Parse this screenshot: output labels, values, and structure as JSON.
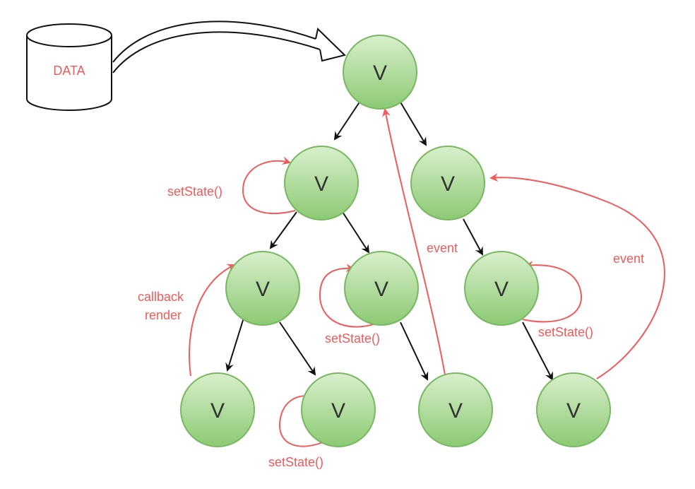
{
  "diagram": {
    "data_store_label": "DATA",
    "nodes": [
      {
        "id": "root",
        "label": "V"
      },
      {
        "id": "l1-left",
        "label": "V"
      },
      {
        "id": "l1-right",
        "label": "V"
      },
      {
        "id": "l2-a",
        "label": "V"
      },
      {
        "id": "l2-b",
        "label": "V"
      },
      {
        "id": "l2-c",
        "label": "V"
      },
      {
        "id": "l3-a",
        "label": "V"
      },
      {
        "id": "l3-b",
        "label": "V"
      },
      {
        "id": "l3-c",
        "label": "V"
      },
      {
        "id": "l3-d",
        "label": "V"
      }
    ],
    "labels": {
      "setstate_1": "setState()",
      "setstate_2": "setState()",
      "setstate_3": "setState()",
      "setstate_4": "setState()",
      "event_1": "event",
      "event_2": "event",
      "callback_line1": "callback",
      "callback_line2": "render"
    },
    "colors": {
      "node_fill_top": "#d2ebc3",
      "node_fill_bottom": "#8fcc78",
      "node_stroke": "#7bb865",
      "edge": "#111111",
      "feedback": "#f05a5a",
      "db_stroke": "#111111"
    }
  }
}
